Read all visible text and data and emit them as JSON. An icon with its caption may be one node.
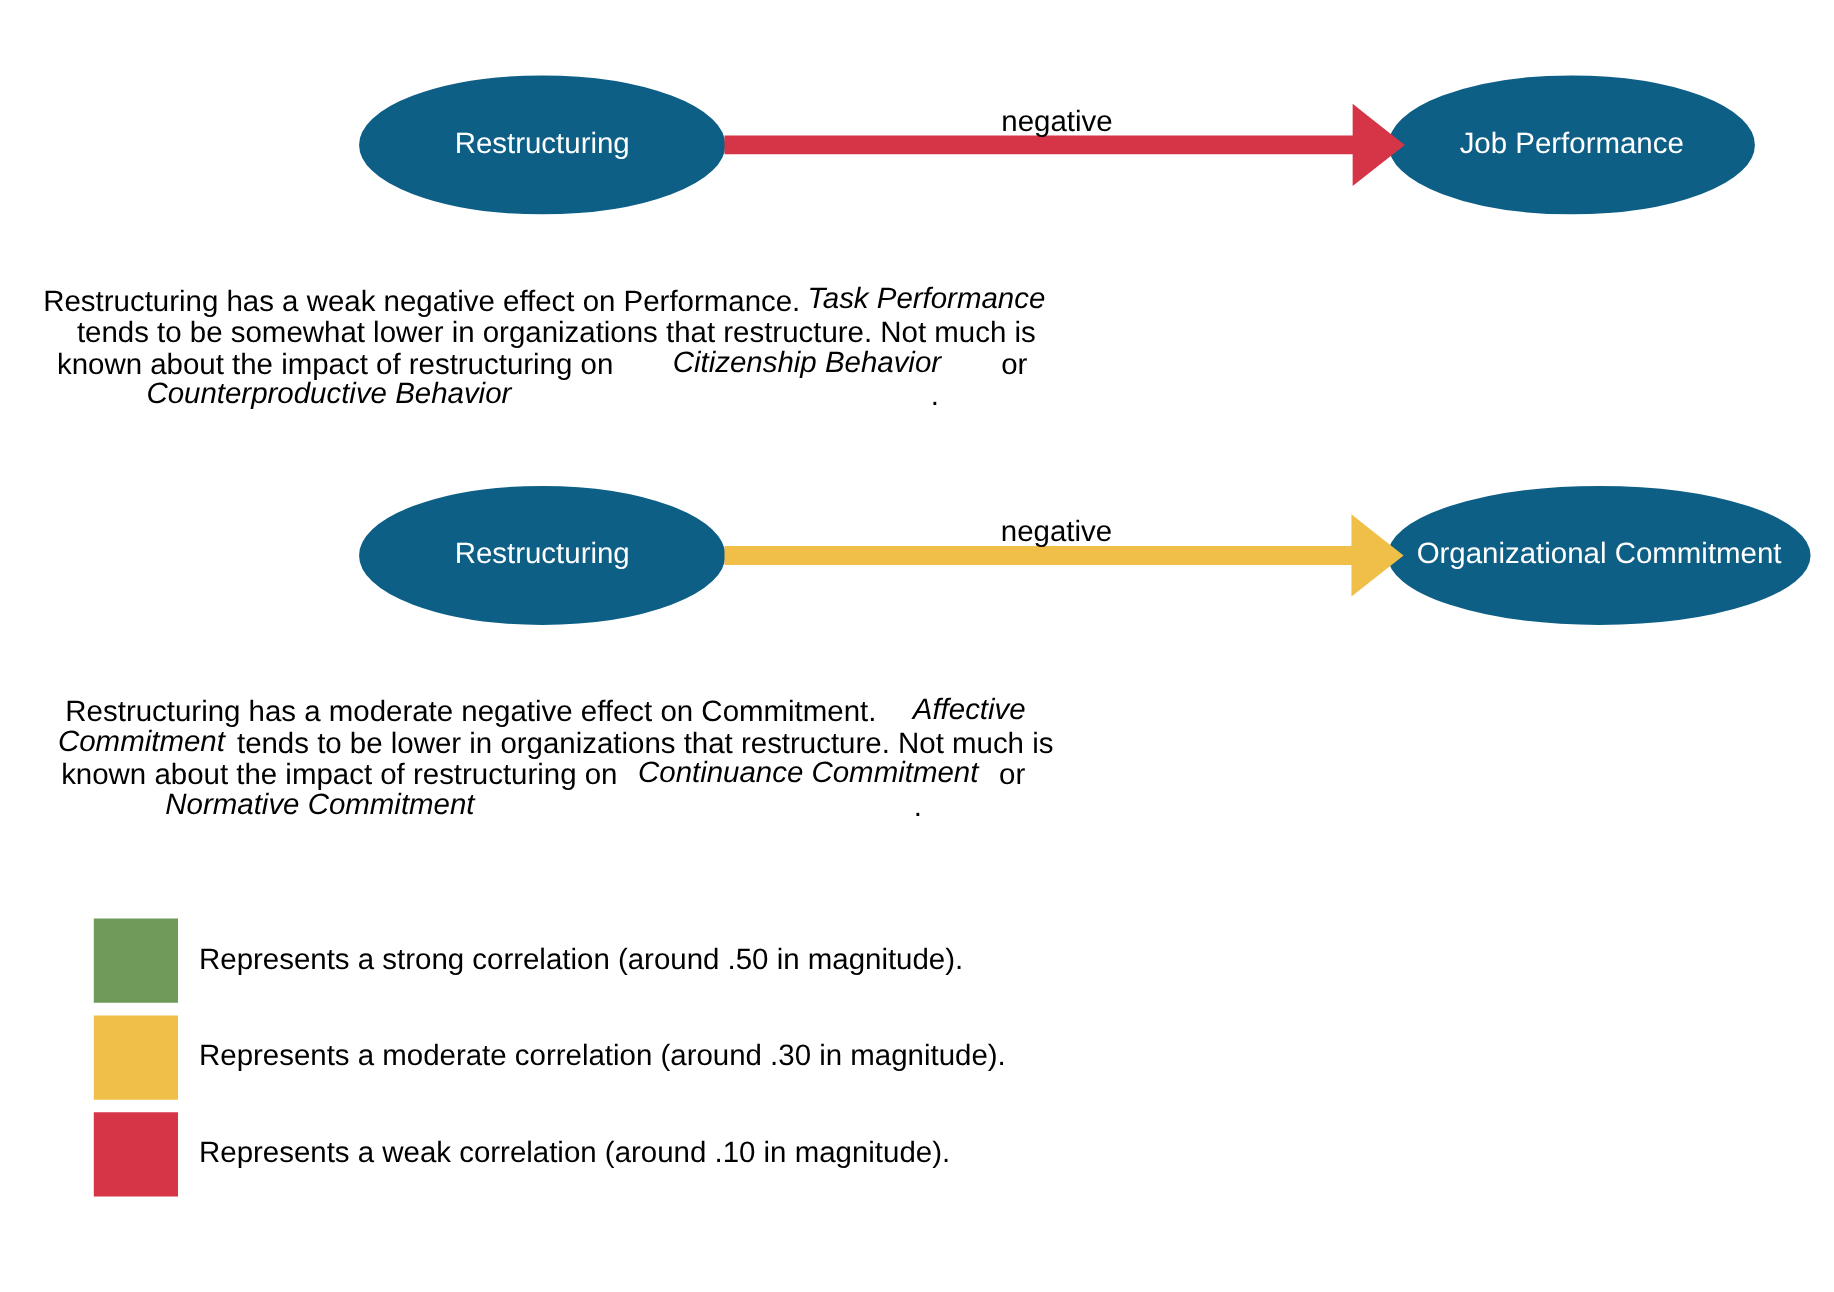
{
  "diagram": {
    "nodes": [
      {
        "text": [
          "Restructuring"
        ]
      },
      {
        "text": [
          "Job Performance"
        ]
      },
      {
        "text": [
          "Restructuring"
        ]
      },
      {
        "text": [
          "Organizational Commitment"
        ]
      }
    ],
    "edges": [
      {
        "from": 0,
        "to": 1,
        "arrow": "to",
        "label": "negative",
        "color": "#d63447"
      },
      {
        "from": 2,
        "to": 3,
        "arrow": "to",
        "label": "negative",
        "color": "#f0bf48"
      }
    ],
    "labels": [
      "Restructuring has a weak negative effect on Performance. *Task Performance* tends to be somewhat lower in organizations that restructure. Not much is known about the impact of restructuring on *Citizenship Behavior* or *Counterproductive Behavior*.",
      "Restructuring has a moderate negative effect on Commitment. *Affective Commitment* tends to be lower in organizations that restructure. Not much is known about the impact of restructuring on *Continuance Commitment* or *Normative Commitment*."
    ],
    "legend": [
      {
        "text": "Represents a strong correlation (around .50 in magnitude).",
        "color": "#6f9a5a"
      },
      {
        "text": "Represents a moderate correlation (around .30 in magnitude).",
        "color": "#f0bf48"
      },
      {
        "text": "Represents a weak correlation (around .10 in magnitude).",
        "color": "#d63447"
      }
    ]
  }
}
